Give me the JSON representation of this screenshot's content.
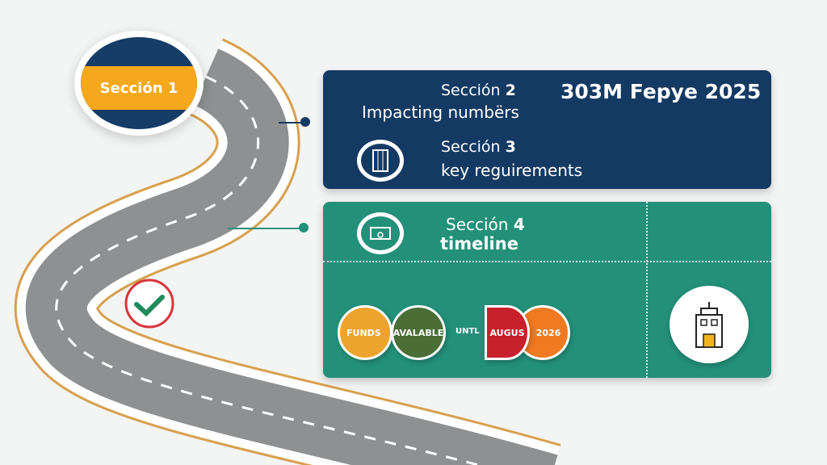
{
  "section1": {
    "label": "Sección 1"
  },
  "section2": {
    "label": "Sección",
    "number": "2",
    "subtitle": "Impacting numbërs",
    "highlight": "303M Fepye 2025"
  },
  "section3": {
    "label": "Sección",
    "number": "3",
    "subtitle": "key reguirements"
  },
  "section4": {
    "label": "Sección",
    "number": "4",
    "subtitle": "timeline"
  },
  "timeline": {
    "words": [
      "FUNDS",
      "AVALABLE",
      "UNTL",
      "AUGUS",
      "2026"
    ]
  },
  "colors": {
    "navy": "#143a63",
    "teal": "#23907a",
    "yellow": "#f5a81c",
    "green": "#4a6e36",
    "red": "#c8202c",
    "orange": "#ef7a22"
  }
}
